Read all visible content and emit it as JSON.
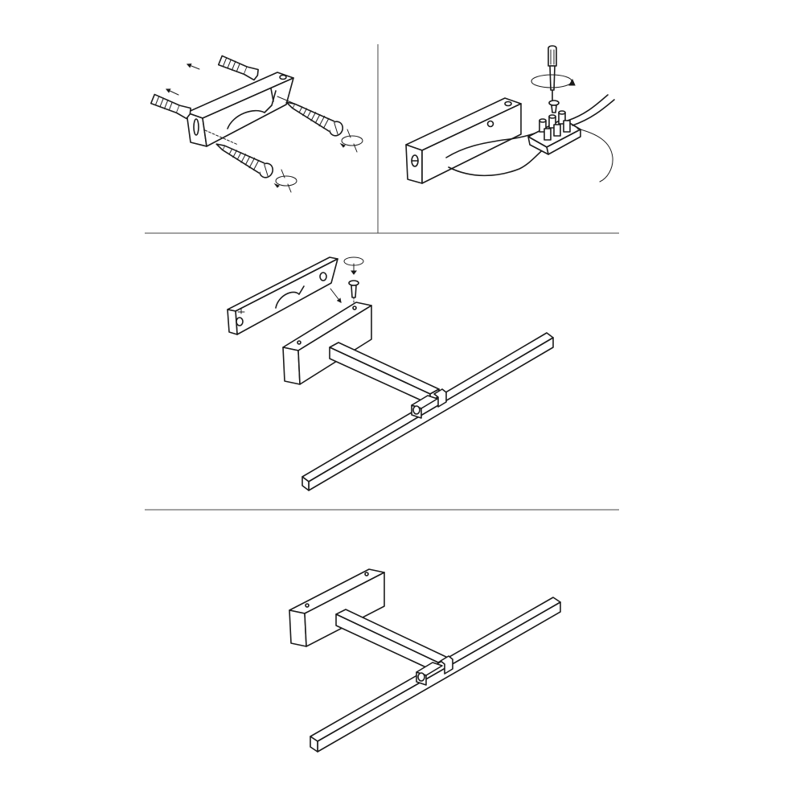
{
  "steps": [
    {
      "id": 1,
      "illustration": "mount-bracket-to-wall"
    },
    {
      "id": 2,
      "illustration": "connect-wires-to-terminal-block"
    },
    {
      "id": 3,
      "illustration": "attach-lamp-to-bracket"
    },
    {
      "id": 4,
      "illustration": "assembled-lamp"
    }
  ],
  "colors": {
    "line": "#1a1a1a",
    "divider": "#444444",
    "background": "#ffffff"
  }
}
